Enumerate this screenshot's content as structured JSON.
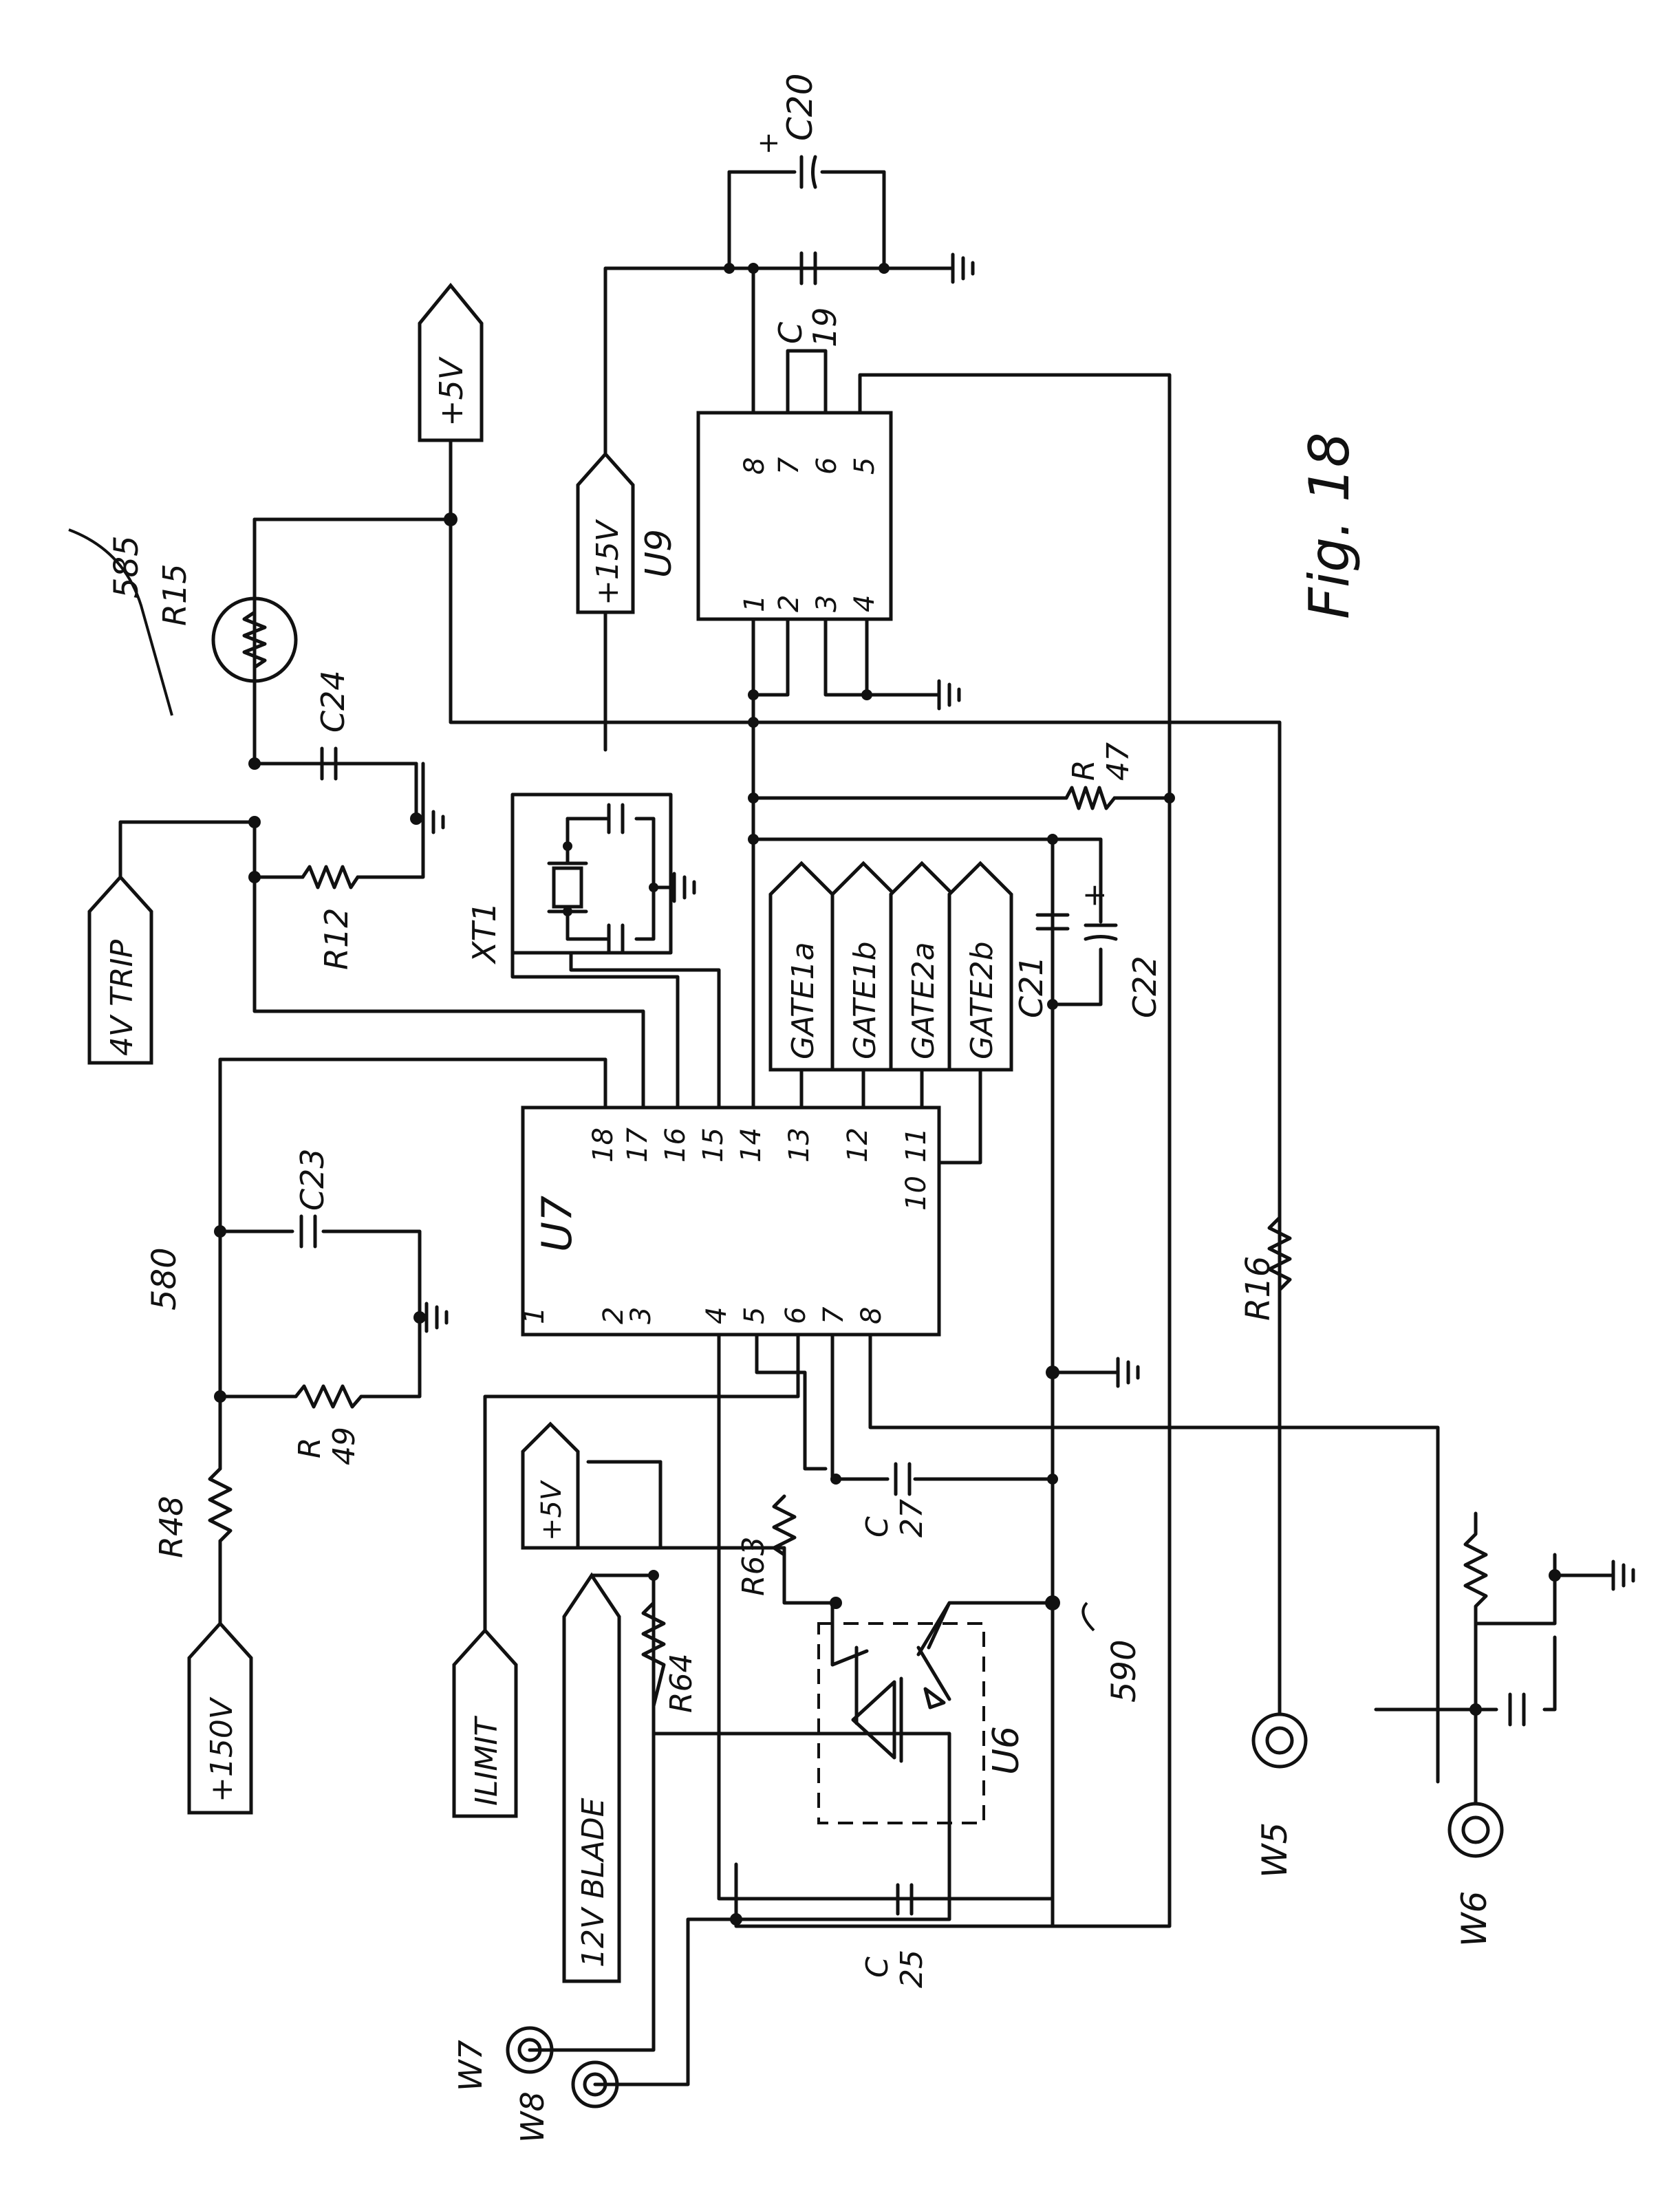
{
  "figure": {
    "caption": "Fig. 18"
  },
  "reference_numerals": {
    "r15_network": "585",
    "r48_network": "580",
    "optocoupler_network": "590"
  },
  "ics": {
    "u7": {
      "label": "U7",
      "pins_bottom": [
        "1",
        "2",
        "3",
        "4",
        "5",
        "6",
        "7",
        "8"
      ],
      "pins_top": [
        "18",
        "17",
        "16",
        "15",
        "14",
        "13",
        "12",
        "11",
        "10"
      ]
    },
    "u9": {
      "label": "U9",
      "pins_bottom": [
        "1",
        "2",
        "3",
        "4"
      ],
      "pins_top": [
        "8",
        "7",
        "6",
        "5"
      ]
    },
    "u6": {
      "label": "U6"
    }
  },
  "connectors": {
    "plus5v_top": "+5V",
    "plus15v": "+15V",
    "trip4v": "4V TRIP",
    "plus150v": "+150V",
    "ilimit": "ILIMIT",
    "plus5v_mid": "+5V",
    "blade12v": "12V BLADE",
    "gate1a": "GATE1a",
    "gate1b": "GATE1b",
    "gate2a": "GATE2a",
    "gate2b": "GATE2b"
  },
  "terminals": {
    "w5": "W5",
    "w6": "W6",
    "w7": "W7",
    "w8": "W8"
  },
  "components": {
    "c20": "C20",
    "c20_polarity": "+",
    "c19a": "C",
    "c19b": "19",
    "c24": "C24",
    "r15": "R15",
    "r12": "R12",
    "xt1": "XT1",
    "r47a": "R",
    "r47b": "47",
    "c21": "C21",
    "c22": "C22",
    "c22_polarity": "+",
    "c23": "C23",
    "r48": "R48",
    "r49a": "R",
    "r49b": "49",
    "r16": "R16",
    "r63": "R63",
    "r64": "R64",
    "c27a": "C",
    "c27b": "27",
    "c25a": "C",
    "c25b": "25"
  }
}
